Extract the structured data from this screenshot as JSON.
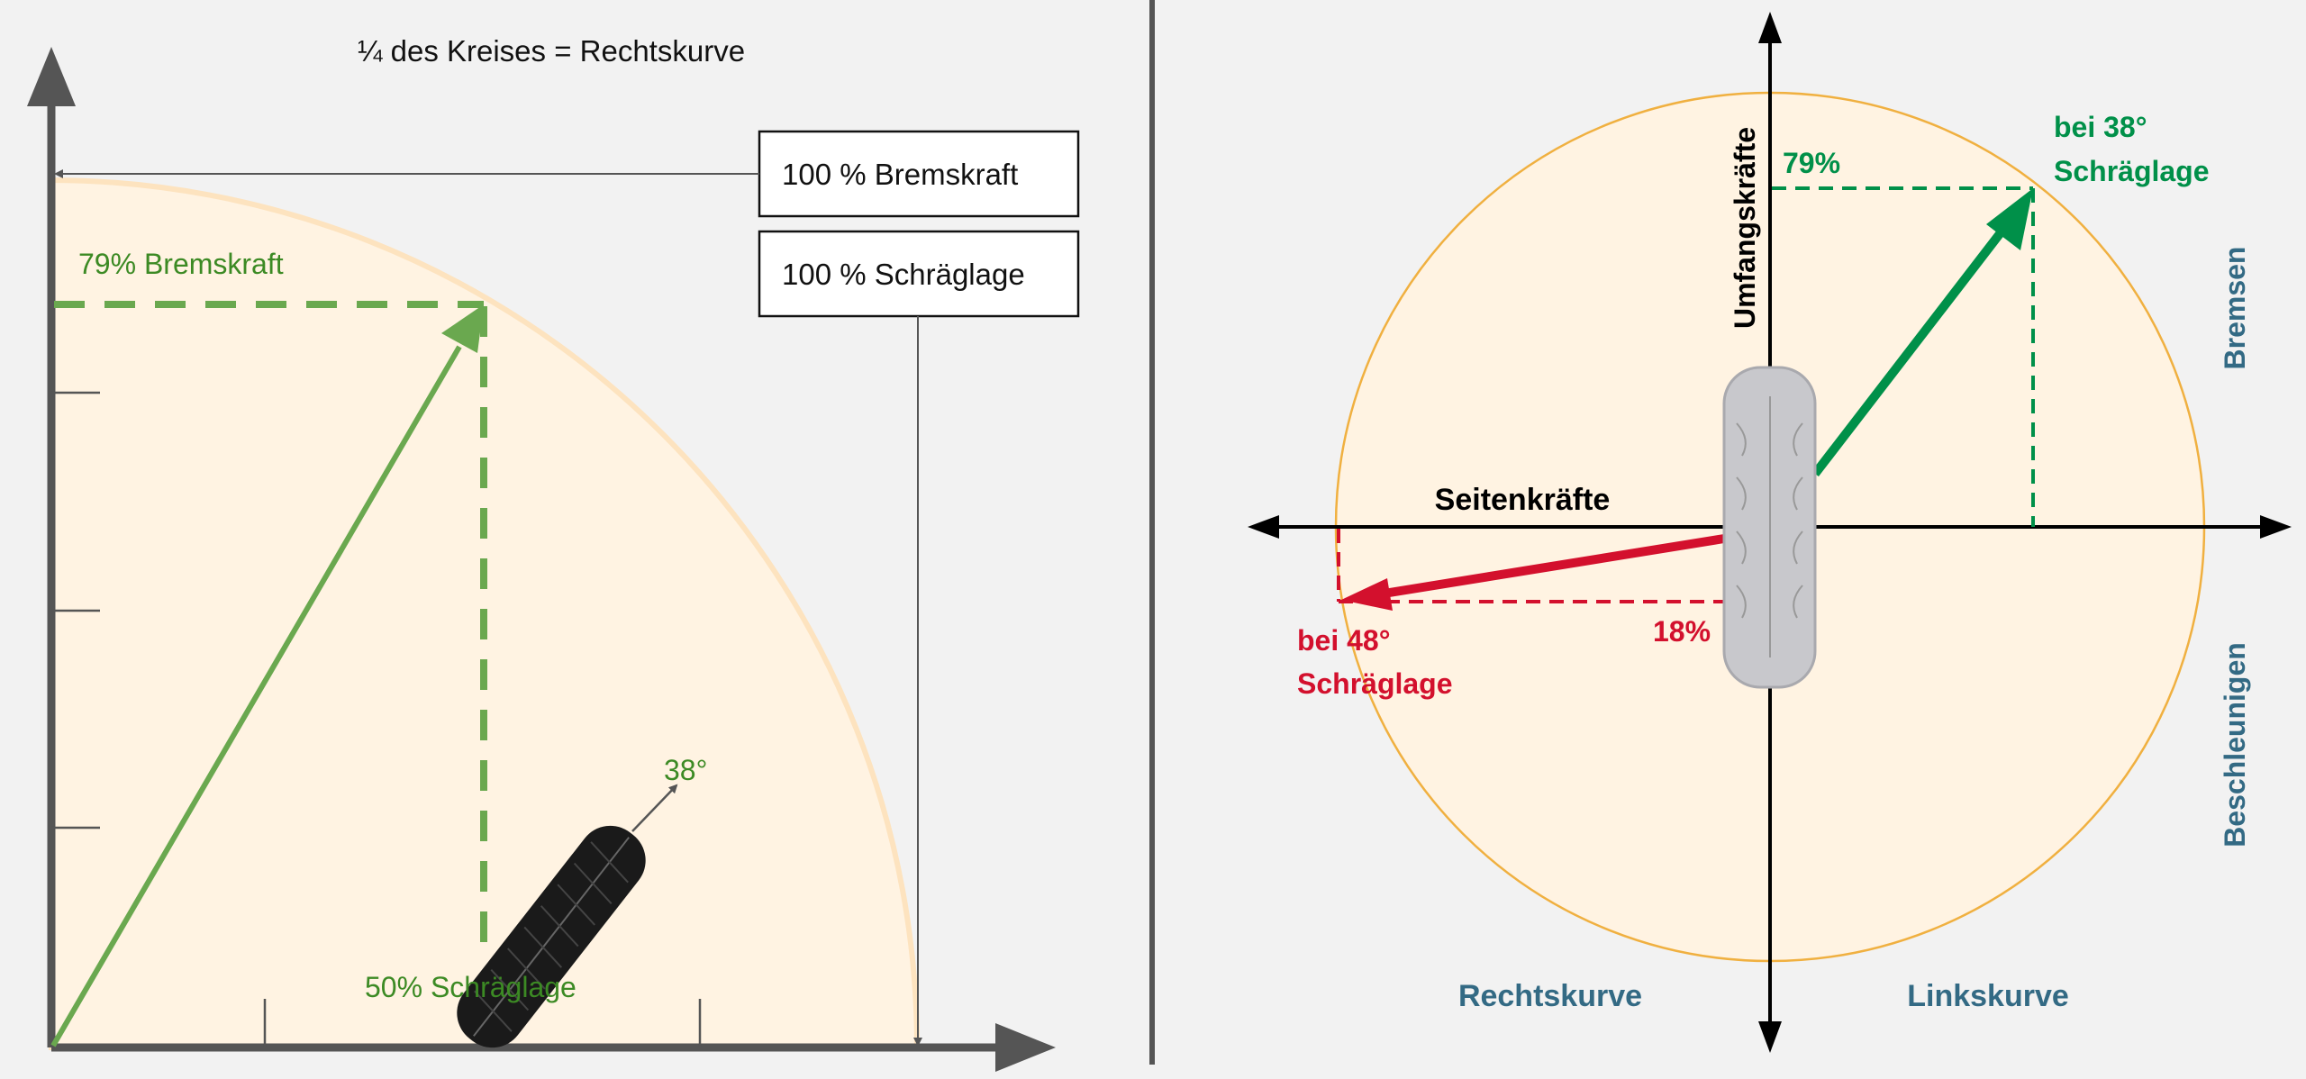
{
  "left": {
    "title": "¼ des Kreises = Rechtskurve",
    "box_brake": "100 % Bremskraft",
    "box_lean": "100 % Schräglage",
    "label_brake": "79% Bremskraft",
    "label_lean": "50% Schräglage",
    "label_angle": "38°"
  },
  "right": {
    "axis_vertical": "Umfangskräfte",
    "axis_horizontal": "Seitenkräfte",
    "green_value": "79%",
    "green_line1": "bei 38°",
    "green_line2": "Schräglage",
    "red_value": "18%",
    "red_line1": "bei 48°",
    "red_line2": "Schräglage",
    "label_brake": "Bremsen",
    "label_accel": "Beschleunigen",
    "label_right_curve": "Rechtskurve",
    "label_left_curve": "Linkskurve"
  },
  "colors": {
    "green_left": "#6aa84f",
    "green_right": "#009049",
    "red": "#d3102d",
    "blue_label": "#336a84",
    "circle_fill": "#fff3e2",
    "circle_stroke": "#f0b040"
  }
}
